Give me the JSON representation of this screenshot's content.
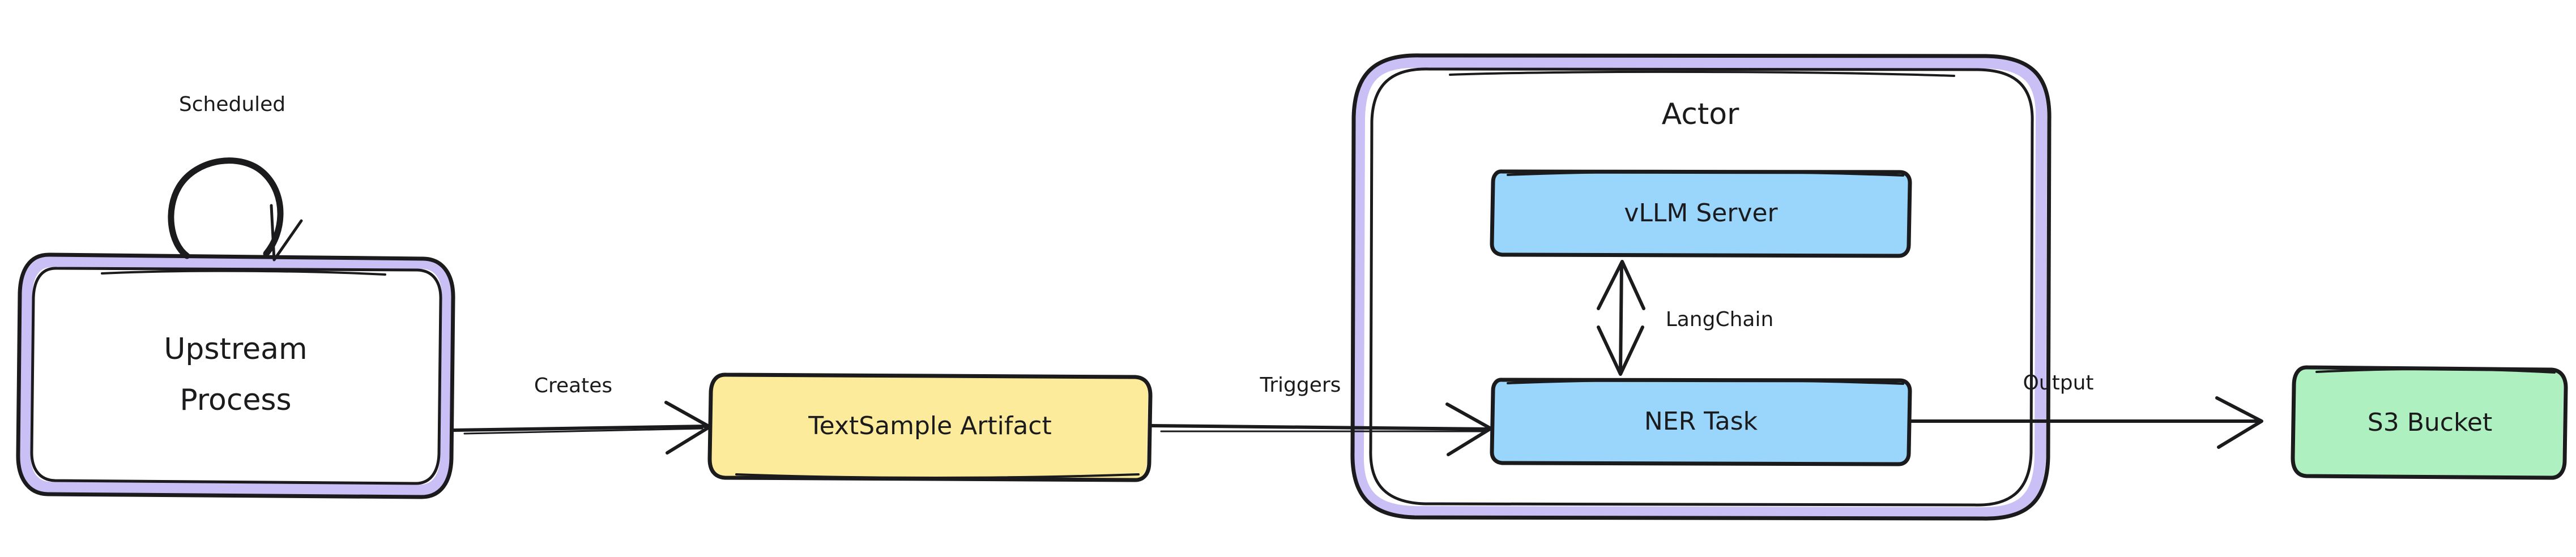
{
  "diagram": {
    "title": "NER pipeline flowchart",
    "orientation": "left-to-right",
    "background": "#ffffff",
    "colors": {
      "stroke": "#1b1b1d",
      "cluster_border": "#cbc0f5",
      "artifact_fill": "#fbeb9a",
      "task_fill": "#9ad5fb",
      "storage_fill": "#aff0c0",
      "process_fill": "#ffffff"
    }
  },
  "nodes": {
    "upstream_process": {
      "label_line1": "Upstream",
      "label_line2": "Process",
      "fill": "#ffffff",
      "border": "#cbc0f5"
    },
    "text_sample_artifact": {
      "label": "TextSample Artifact",
      "fill": "#fbeb9a"
    },
    "vllm_server": {
      "label": "vLLM Server",
      "fill": "#9ad5fb"
    },
    "ner_task": {
      "label": "NER Task",
      "fill": "#9ad5fb"
    },
    "s3_bucket": {
      "label": "S3 Bucket",
      "fill": "#aff0c0"
    }
  },
  "cluster": {
    "actor": {
      "title": "Actor",
      "border": "#cbc0f5",
      "members": [
        "vLLM Server",
        "NER Task"
      ]
    }
  },
  "edges": [
    {
      "id": "scheduled",
      "label": "Scheduled",
      "from": "Upstream Process",
      "to": "Upstream Process",
      "kind": "self-loop",
      "arrow": "single"
    },
    {
      "id": "creates",
      "label": "Creates",
      "from": "Upstream Process",
      "to": "TextSample Artifact",
      "kind": "straight",
      "arrow": "single"
    },
    {
      "id": "triggers",
      "label": "Triggers",
      "from": "TextSample Artifact",
      "to": "NER Task",
      "kind": "straight",
      "arrow": "single"
    },
    {
      "id": "langchain",
      "label": "LangChain",
      "from": "vLLM Server",
      "to": "NER Task",
      "kind": "vertical",
      "arrow": "double"
    },
    {
      "id": "output",
      "label": "Output",
      "from": "NER Task",
      "to": "S3 Bucket",
      "kind": "straight",
      "arrow": "single"
    }
  ]
}
